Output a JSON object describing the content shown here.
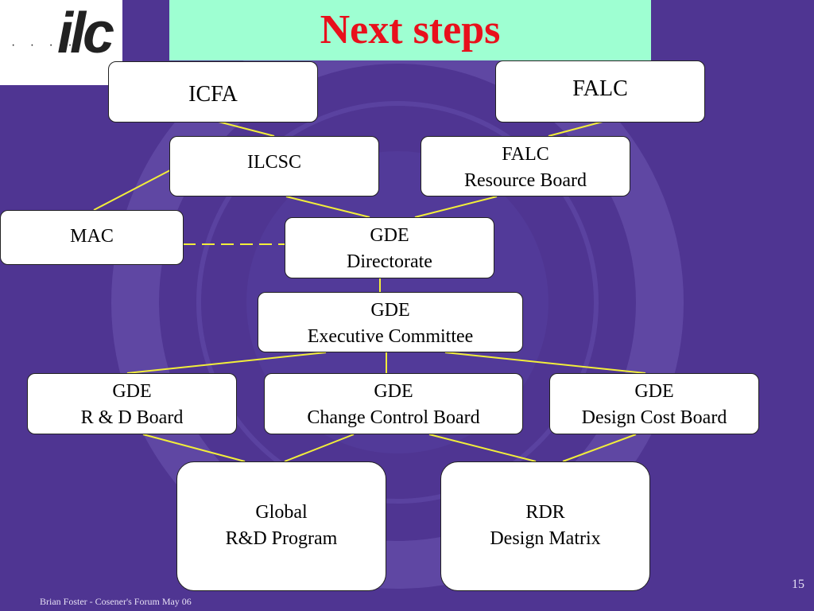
{
  "logo": {
    "text": "ilc",
    "dots": "· · · · · ·"
  },
  "title": "Next steps",
  "colors": {
    "background": "#4f3592",
    "title_band": "#9effd2",
    "title_text": "#e8101c",
    "connector": "#f2ee3a"
  },
  "nodes": {
    "icfa": [
      "ICFA"
    ],
    "falc": [
      "FALC"
    ],
    "ilcsc": [
      "ILCSC"
    ],
    "falc_rb": [
      "FALC",
      "Resource Board"
    ],
    "mac": [
      "MAC"
    ],
    "gde_dir": [
      "GDE",
      "Directorate"
    ],
    "gde_exec": [
      "GDE",
      "Executive Committee"
    ],
    "gde_rd": [
      "GDE",
      "R & D Board"
    ],
    "gde_ccb": [
      "GDE",
      "Change Control Board"
    ],
    "gde_dcb": [
      "GDE",
      "Design Cost Board"
    ],
    "global_rd": [
      "Global",
      "R&D Program"
    ],
    "rdr": [
      "RDR",
      "Design Matrix"
    ]
  },
  "footer": "Brian Foster - Cosener's Forum May 06",
  "page_number": "15"
}
